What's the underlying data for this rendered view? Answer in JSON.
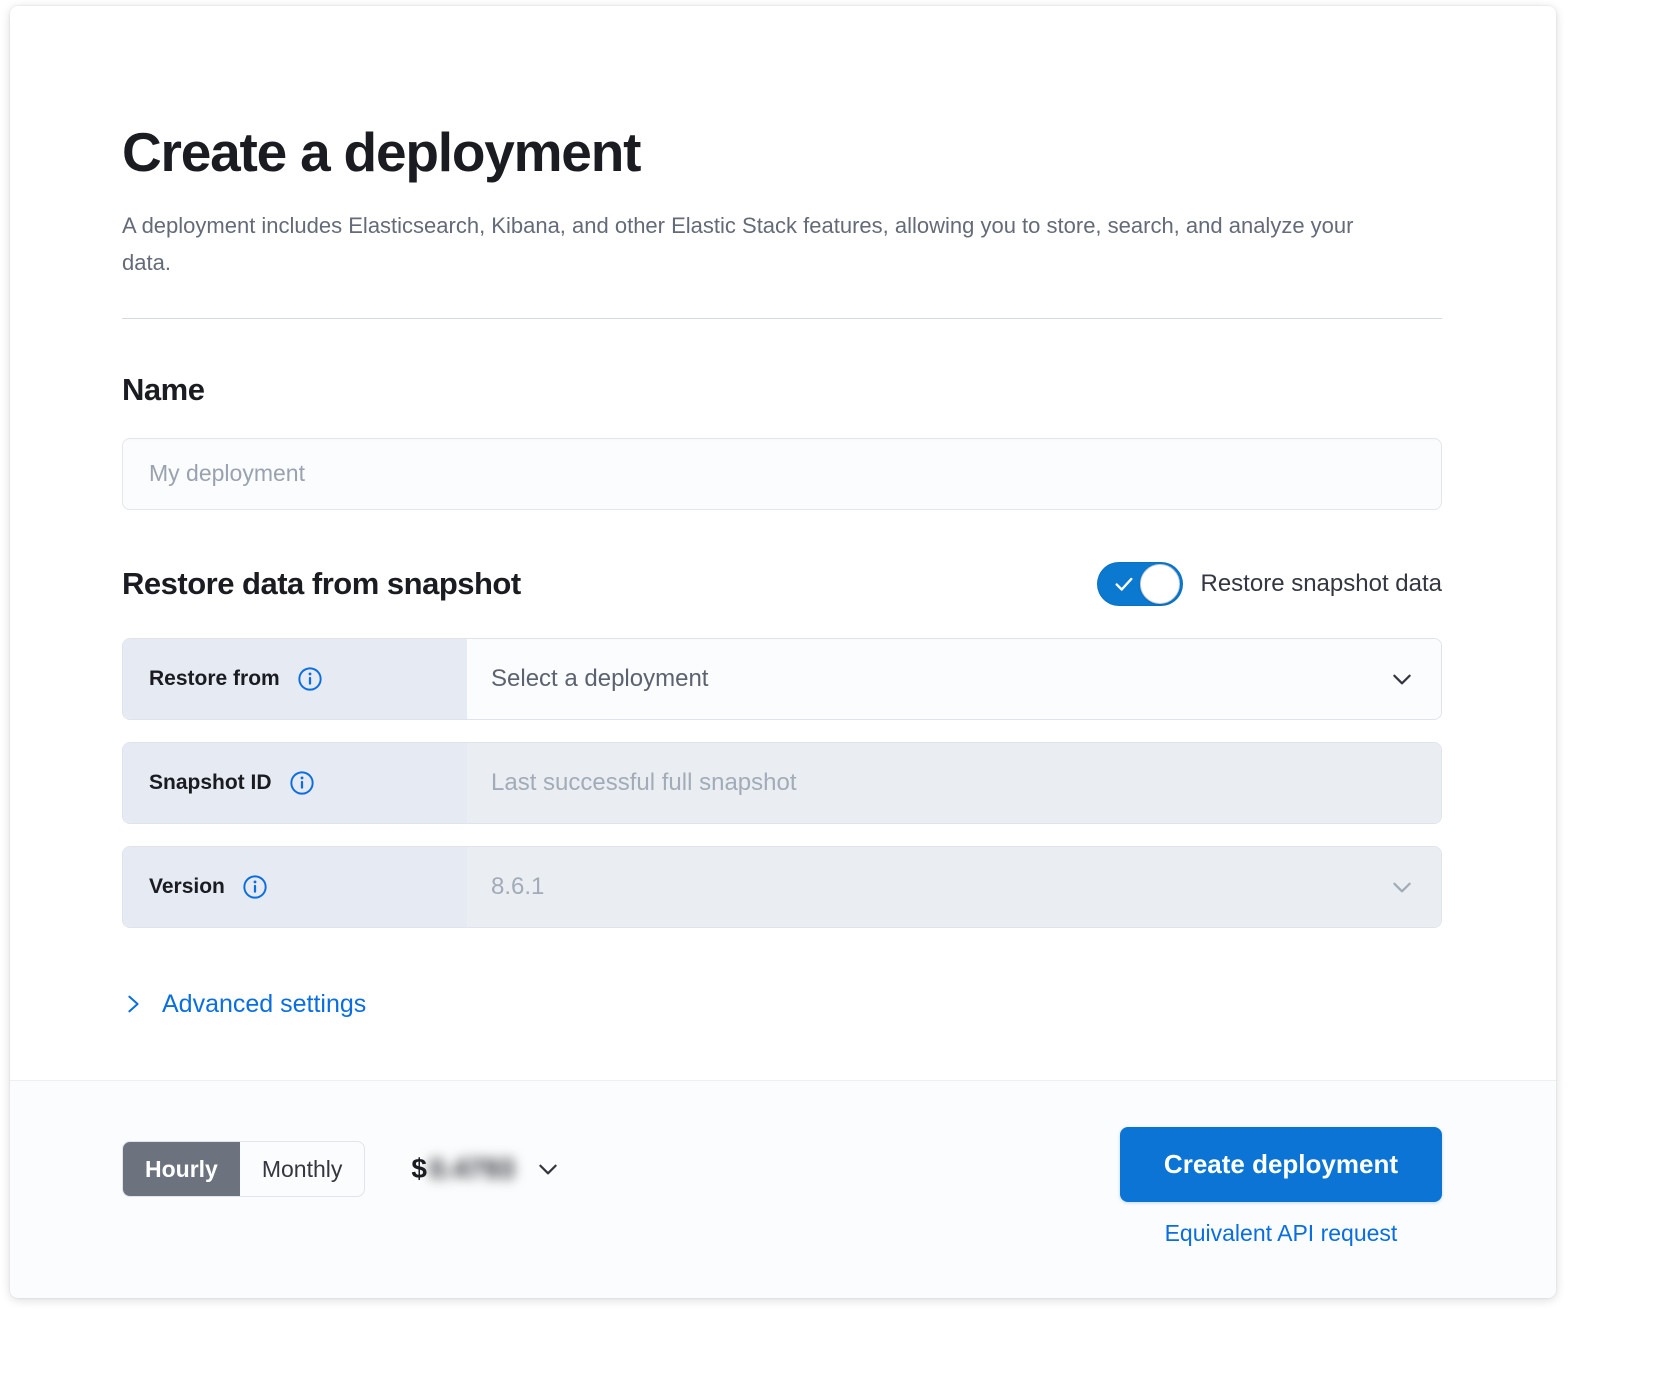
{
  "header": {
    "title": "Create a deployment",
    "description": "A deployment includes Elasticsearch, Kibana, and other Elastic Stack features, allowing you to store, search, and analyze your data."
  },
  "name_section": {
    "title": "Name",
    "input_placeholder": "My deployment",
    "input_value": ""
  },
  "restore_section": {
    "title": "Restore data from snapshot",
    "toggle_label": "Restore snapshot data",
    "toggle_on": true,
    "rows": [
      {
        "label": "Restore from",
        "value": "Select a deployment",
        "icon": "info-icon",
        "control": "dropdown",
        "enabled": true
      },
      {
        "label": "Snapshot ID",
        "value": "Last successful full snapshot",
        "icon": "info-icon",
        "control": "text",
        "enabled": false
      },
      {
        "label": "Version",
        "value": "8.6.1",
        "icon": "info-icon",
        "control": "dropdown",
        "enabled": false
      }
    ]
  },
  "advanced_settings": {
    "label": "Advanced settings",
    "icon": "chevron-right-icon"
  },
  "bottom_bar": {
    "billing_options": [
      "Hourly",
      "Monthly"
    ],
    "billing_selected": "Hourly",
    "price_currency": "$",
    "price_value": "0.4793",
    "price_redacted": true,
    "create_button": "Create deployment",
    "api_link": "Equivalent API request"
  },
  "colors": {
    "accent_blue": "#0b74d4",
    "link_blue": "#0b6ee0",
    "toggle_on": "#0b79d0",
    "label_bg": "#e6eaf3",
    "disabled_bg": "#eaeef2",
    "text_dark": "#1a1c21",
    "text_muted": "#646a77",
    "segment_active_bg": "#6c727e"
  }
}
